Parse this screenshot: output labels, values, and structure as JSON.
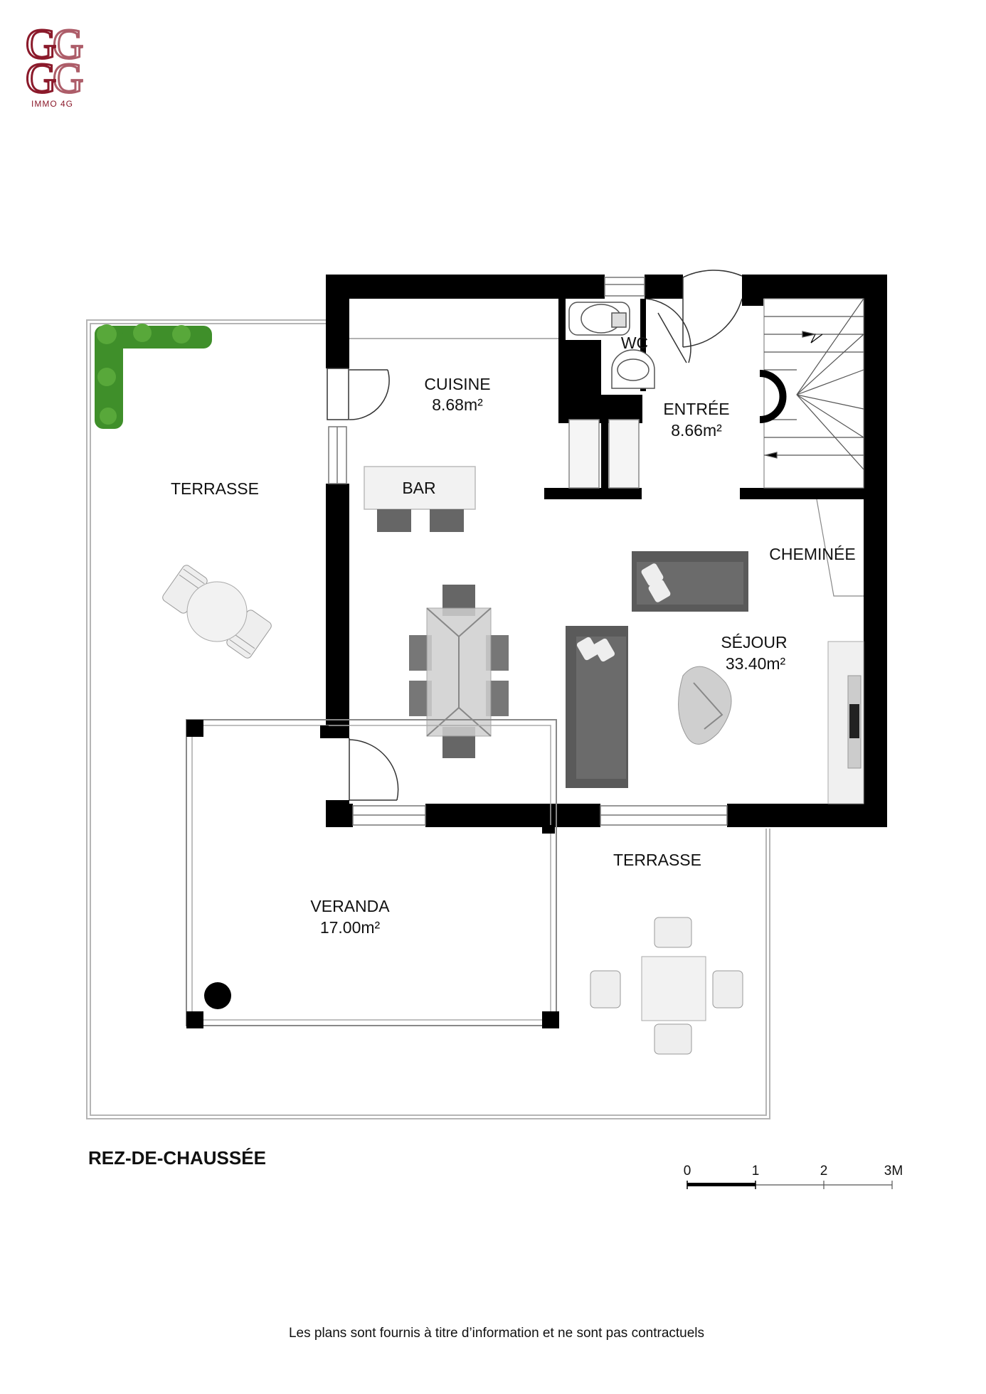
{
  "brand": {
    "name": "IMMO 4G",
    "color": "#8b1a2b"
  },
  "rooms": {
    "cuisine": {
      "name": "CUISINE",
      "area": "8.68m²"
    },
    "wc": {
      "name": "WC"
    },
    "entree": {
      "name": "ENTRÉE",
      "area": "8.66m²"
    },
    "bar": {
      "name": "BAR"
    },
    "cheminee": {
      "name": "CHEMINÉE"
    },
    "sejour": {
      "name": "SÉJOUR",
      "area": "33.40m²"
    },
    "veranda": {
      "name": "VERANDA",
      "area": "17.00m²"
    },
    "terrasse_left": {
      "name": "TERRASSE"
    },
    "terrasse_bottom": {
      "name": "TERRASSE"
    }
  },
  "plan_title": "REZ-DE-CHAUSSÉE",
  "scale": {
    "labels": [
      "0",
      "1",
      "2",
      "3M"
    ]
  },
  "disclaimer": "Les plans sont fournis à titre d’information et ne sont pas contractuels",
  "colors": {
    "wall": "#000000",
    "furniture_dark": "#5a5a5a",
    "furniture_light": "#e8e8e8",
    "plant": "#3f8f2a"
  }
}
